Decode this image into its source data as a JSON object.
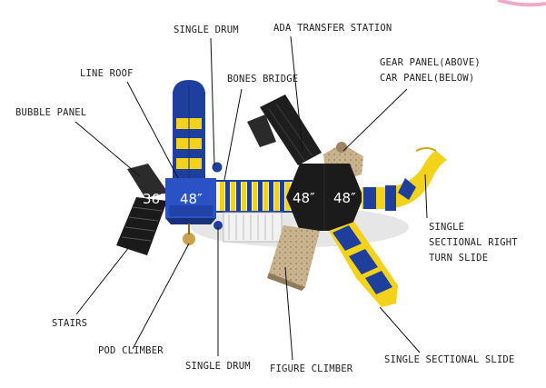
{
  "labels": {
    "single_drum_top": "SINGLE DRUM",
    "ada_transfer_station": "ADA TRANSFER STATION",
    "line_roof": "LINE ROOF",
    "bones_bridge": "BONES BRIDGE",
    "gear_panel_line1": "GEAR PANEL(ABOVE)",
    "gear_panel_line2": "CAR PANEL(BELOW)",
    "bubble_panel": "BUBBLE PANEL",
    "right_turn_slide_line1": "SINGLE",
    "right_turn_slide_line2": "SECTIONAL RIGHT",
    "right_turn_slide_line3": "TURN SLIDE",
    "stairs": "STAIRS",
    "pod_climber": "POD CLIMBER",
    "single_drum_bottom": "SINGLE DRUM",
    "figure_climber": "FIGURE CLIMBER",
    "single_sectional_slide": "SINGLE SECTIONAL SLIDE"
  },
  "heights": {
    "left_small": "36″",
    "left_main": "48″",
    "right_a": "48″",
    "right_b": "48″"
  },
  "colors": {
    "blue": "#1f3f9c",
    "yellow": "#f2d21b",
    "dark": "#222222",
    "tan": "#c9b48f"
  }
}
